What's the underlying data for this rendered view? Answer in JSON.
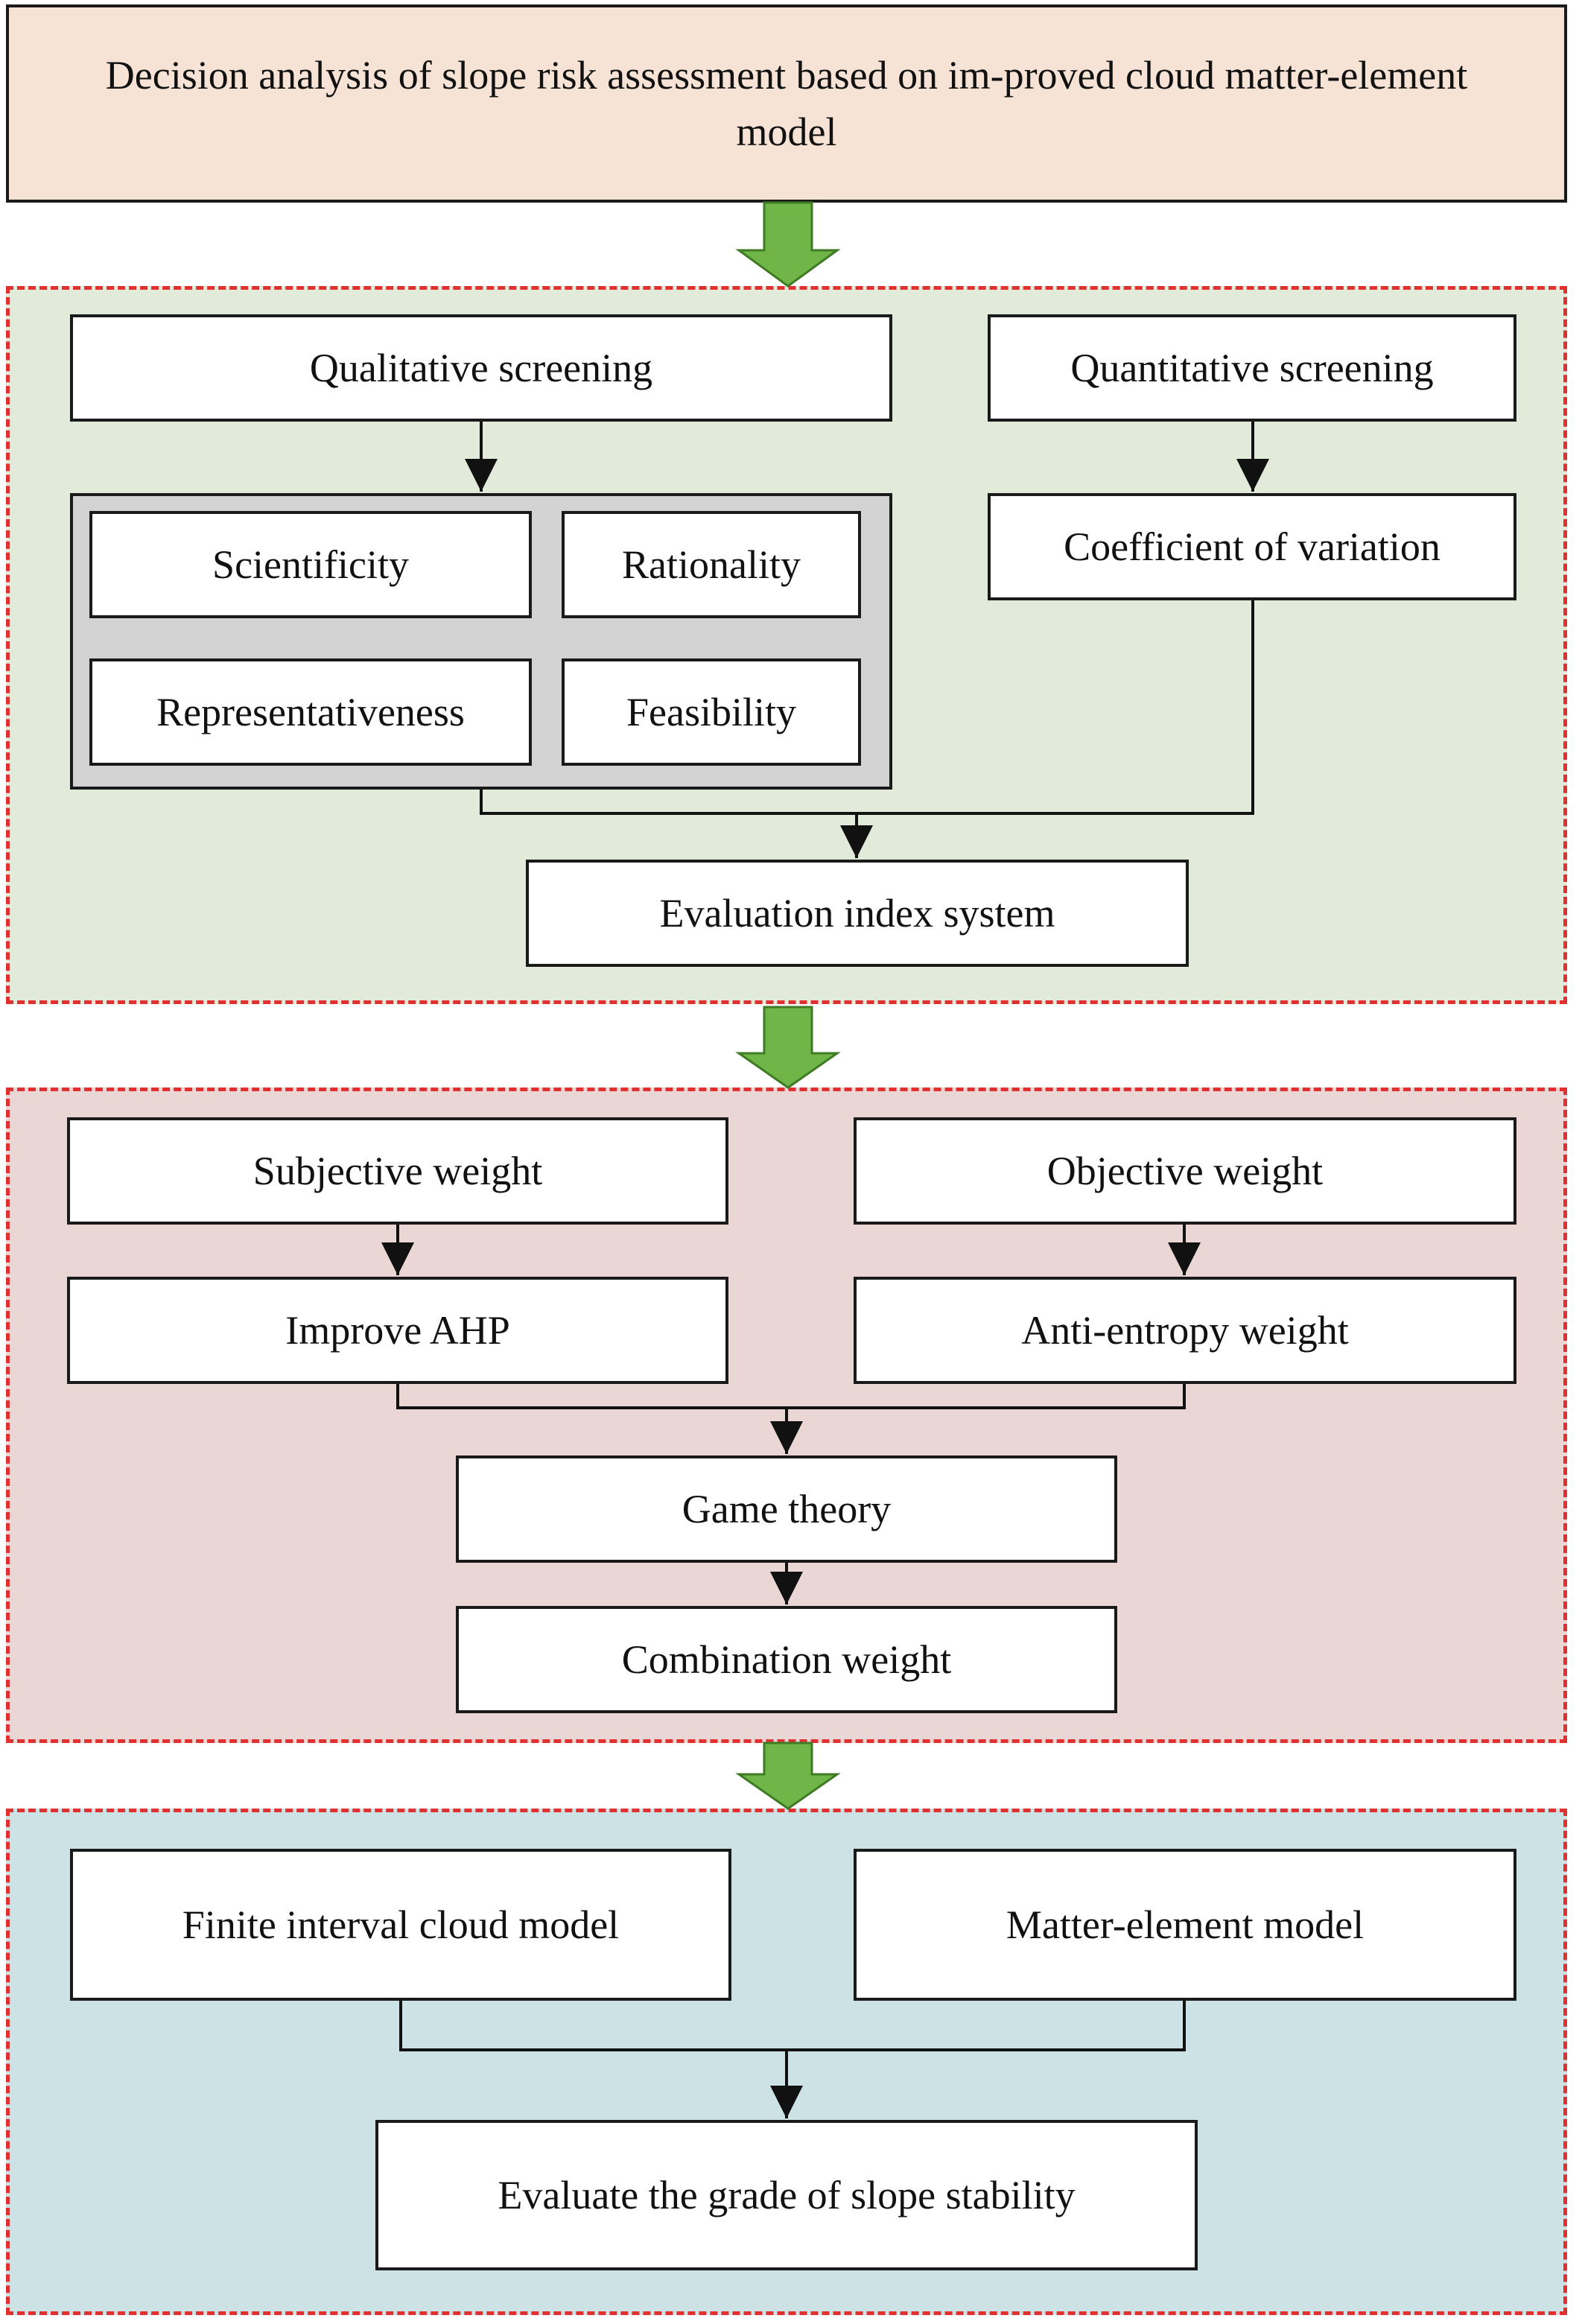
{
  "title": "Decision analysis of slope risk assessment based on im-proved cloud matter-element model",
  "colors": {
    "title_fill": "#f6e3d6",
    "panel_border": "#e03030",
    "panel1_fill": "#e2ebd9",
    "panel2_fill": "#ead6d4",
    "panel3_fill": "#cce2e4",
    "criteria_group_fill": "#d3d3d3",
    "transition_arrow_fill": "#70b548",
    "transition_arrow_stroke": "#3f7a24"
  },
  "screening": {
    "qualitative": "Qualitative screening",
    "quantitative": "Quantitative screening",
    "criteria": [
      "Scientificity",
      "Rationality",
      "Representativeness",
      "Feasibility"
    ],
    "coefficient": "Coefficient of variation",
    "result": "Evaluation index system"
  },
  "weighting": {
    "subjective": "Subjective weight",
    "objective": "Objective weight",
    "subjective_method": "Improve AHP",
    "objective_method": "Anti-entropy weight",
    "game": "Game theory",
    "combination": "Combination weight"
  },
  "evaluation": {
    "cloud": "Finite interval cloud model",
    "matter": "Matter-element model",
    "result": "Evaluate the grade of slope stability"
  }
}
